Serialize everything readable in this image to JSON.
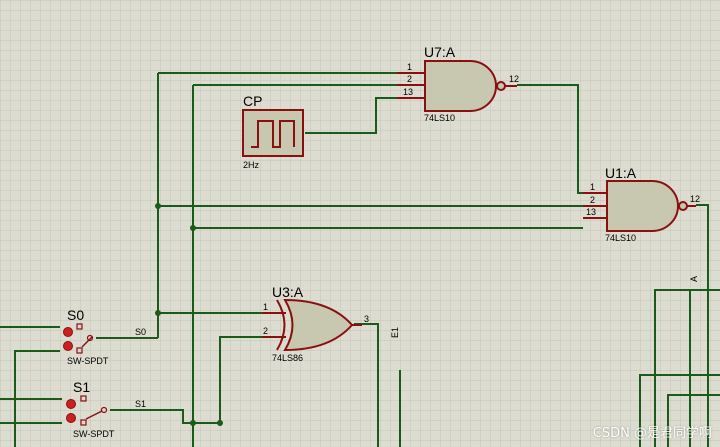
{
  "colors": {
    "background": "#dcdcd0",
    "grid": "#c3c3b8",
    "wire": "#1a5a1a",
    "gate_fill": "#c8c8b0",
    "gate_stroke": "#8a1010",
    "pin": "#8a1010",
    "junction": "#1a5a1a"
  },
  "components": {
    "u7": {
      "ref": "U7:A",
      "part": "74LS10",
      "pins": [
        "1",
        "2",
        "13",
        "12"
      ]
    },
    "u1": {
      "ref": "U1:A",
      "part": "74LS10",
      "pins": [
        "1",
        "2",
        "13",
        "12"
      ]
    },
    "u3": {
      "ref": "U3:A",
      "part": "74LS86",
      "pins": [
        "1",
        "2",
        "3"
      ]
    },
    "cp": {
      "ref": "CP",
      "freq": "2Hz"
    },
    "s0": {
      "ref": "S0",
      "part": "SW-SPDT",
      "net": "S0"
    },
    "s1": {
      "ref": "S1",
      "part": "SW-SPDT",
      "net": "S1"
    }
  },
  "net_labels": {
    "a": "A",
    "e1": "E1"
  },
  "watermark": "CSDN @是君同学啊"
}
